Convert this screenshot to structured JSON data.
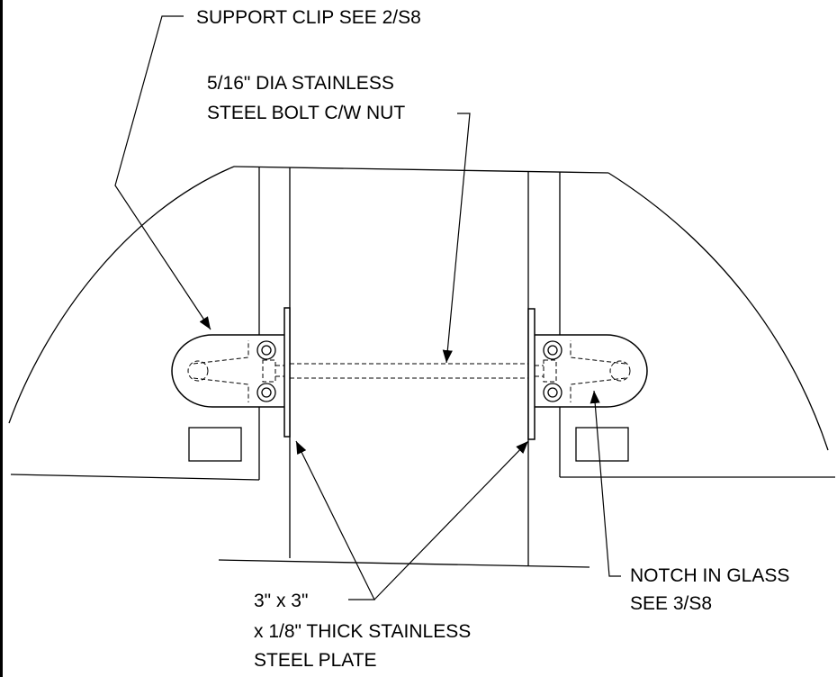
{
  "labels": {
    "support_clip": "SUPPORT CLIP SEE 2/S8",
    "bolt_line1": "5/16\" DIA STAINLESS",
    "bolt_line2": "STEEL BOLT C/W NUT",
    "notch_line1": "NOTCH IN GLASS",
    "notch_line2": "SEE 3/S8",
    "plate_line1": "3\" x 3\"",
    "plate_line2": "x 1/8\" THICK STAINLESS",
    "plate_line3": "STEEL PLATE"
  },
  "colors": {
    "line": "#000000",
    "background": "#ffffff"
  }
}
